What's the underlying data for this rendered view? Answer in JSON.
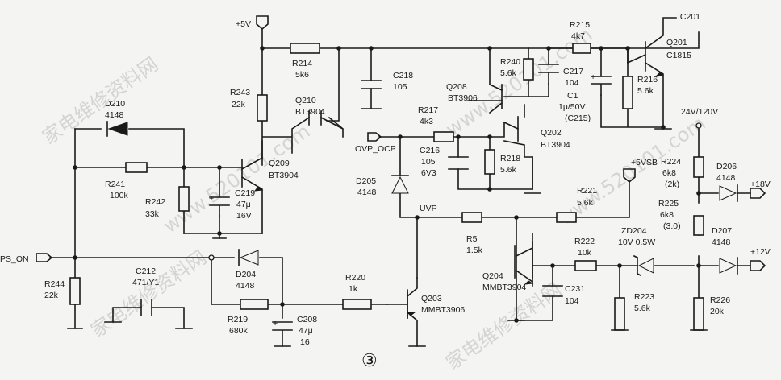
{
  "supply": {
    "p5v": "+5V",
    "p5vsb": "+5VSB",
    "v24_120": "24V/120V"
  },
  "signals": {
    "ps_on": "PS_ON",
    "ovp_ocp": "OVP_OCP",
    "uvp": "UVP",
    "out18": "+18V",
    "out12": "+12V",
    "ic201": "IC201"
  },
  "figure_number": "③",
  "watermarks": [
    "家电维修资料网",
    "www.520101.com",
    "家电维修资料网",
    "www.520101.com",
    "家电维修资料网",
    "www.520101.com"
  ],
  "components": {
    "R214": {
      "ref": "R214",
      "val": "5k6"
    },
    "R215": {
      "ref": "R215",
      "val": "4k7"
    },
    "R243": {
      "ref": "R243",
      "val": "22k"
    },
    "C218": {
      "ref": "C218",
      "val": "105"
    },
    "R240": {
      "ref": "R240",
      "val": "5.6k"
    },
    "C217": {
      "ref": "C217",
      "val": "104"
    },
    "C1": {
      "ref": "C1",
      "val": "1μ/50V",
      "alt": "(C215)"
    },
    "Q201": {
      "ref": "Q201",
      "val": "C1815"
    },
    "R216": {
      "ref": "R216",
      "val": "5.6k"
    },
    "D210": {
      "ref": "D210",
      "val": "4148"
    },
    "Q210": {
      "ref": "Q210",
      "val": "BT3904"
    },
    "Q208": {
      "ref": "Q208",
      "val": "BT3906"
    },
    "R217": {
      "ref": "R217",
      "val": "4k3"
    },
    "Q202": {
      "ref": "Q202",
      "val": "BT3904"
    },
    "R218": {
      "ref": "R218",
      "val": "5.6k"
    },
    "C216": {
      "ref": "C216",
      "val": "105",
      "val2": "6V3"
    },
    "Q209": {
      "ref": "Q209",
      "val": "BT3904"
    },
    "R241": {
      "ref": "R241",
      "val": "100k"
    },
    "R242": {
      "ref": "R242",
      "val": "33k"
    },
    "C219": {
      "ref": "C219",
      "val": "47μ",
      "val2": "16V"
    },
    "D205": {
      "ref": "D205",
      "val": "4148"
    },
    "R221": {
      "ref": "R221",
      "val": "5.6k"
    },
    "R224": {
      "ref": "R224",
      "val": "6k8",
      "alt": "(2k)"
    },
    "D206": {
      "ref": "D206",
      "val": "4148"
    },
    "R225": {
      "ref": "R225",
      "val": "6k8",
      "alt": "(3.0)"
    },
    "D207": {
      "ref": "D207",
      "val": "4148"
    },
    "R5": {
      "ref": "R5",
      "val": "1.5k"
    },
    "ZD204": {
      "ref": "ZD204",
      "val": "10V 0.5W"
    },
    "R222": {
      "ref": "R222",
      "val": "10k"
    },
    "Q204": {
      "ref": "Q204",
      "val": "MMBT3904"
    },
    "C231": {
      "ref": "C231",
      "val": "104"
    },
    "R223": {
      "ref": "R223",
      "val": "5.6k"
    },
    "R226": {
      "ref": "R226",
      "val": "20k"
    },
    "C212": {
      "ref": "C212",
      "val": "471/Y1"
    },
    "R244": {
      "ref": "R244",
      "val": "22k"
    },
    "D204": {
      "ref": "D204",
      "val": "4148"
    },
    "R219": {
      "ref": "R219",
      "val": "680k"
    },
    "C208": {
      "ref": "C208",
      "val": "47μ",
      "val2": "16"
    },
    "R220": {
      "ref": "R220",
      "val": "1k"
    },
    "Q203": {
      "ref": "Q203",
      "val": "MMBT3906"
    }
  }
}
